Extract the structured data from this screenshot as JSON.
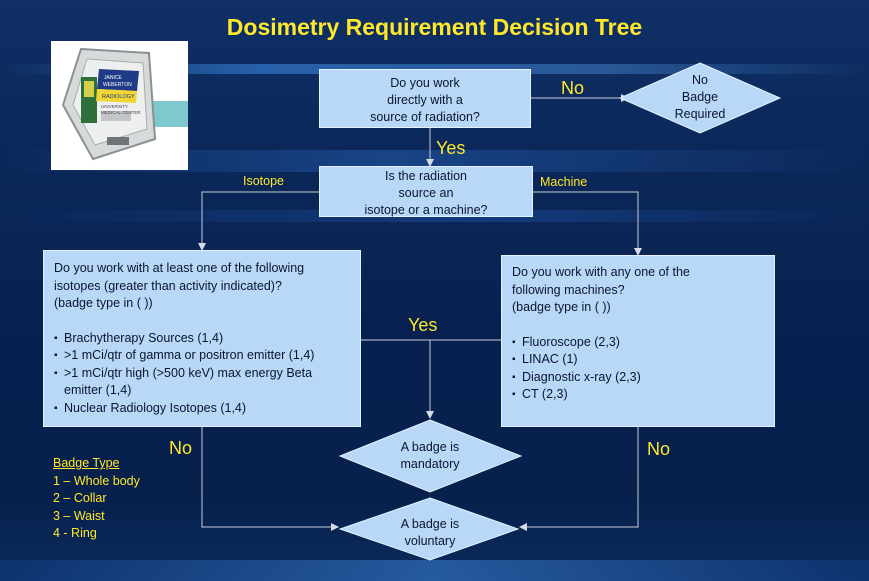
{
  "title": "Dosimetry Requirement Decision Tree",
  "badge_photo": {
    "text_lines": [
      "JANICE",
      "WEBERTON",
      "RADIOLOGY",
      "UNIVERSITY",
      "MEDICAL CENTER"
    ]
  },
  "nodes": {
    "q_work_directly": [
      "Do you work",
      "directly with a",
      "source of radiation?"
    ],
    "no_badge_required": [
      "No",
      "Badge",
      "Required"
    ],
    "q_isotope_or_machine": [
      "Is the radiation",
      "source an",
      "isotope or a machine?"
    ],
    "isotope_question": {
      "intro": [
        "Do you work with at least one of the following",
        "isotopes (greater than activity indicated)?",
        "(badge type in ( ))"
      ],
      "items": [
        "Brachytherapy Sources (1,4)",
        ">1 mCi/qtr of gamma or positron emitter (1,4)",
        ">1 mCi/qtr high (>500 keV) max energy Beta emitter (1,4)",
        "Nuclear Radiology Isotopes (1,4)"
      ]
    },
    "machine_question": {
      "intro": [
        "Do you work with any one of the",
        "following machines?",
        "(badge type in ( ))"
      ],
      "items": [
        "Fluoroscope (2,3)",
        "LINAC (1)",
        "Diagnostic x-ray (2,3)",
        "CT (2,3)"
      ]
    },
    "badge_mandatory": [
      "A badge is",
      "mandatory"
    ],
    "badge_voluntary": [
      "A badge is",
      "voluntary"
    ]
  },
  "edge_labels": {
    "no_top": "No",
    "yes_top": "Yes",
    "isotope": "Isotope",
    "machine": "Machine",
    "yes_middle": "Yes",
    "no_left": "No",
    "no_right": "No"
  },
  "legend": {
    "title": "Badge Type",
    "items": [
      "1 – Whole body",
      "2 – Collar",
      "3 – Waist",
      "4 - Ring"
    ]
  },
  "colors": {
    "box_fill": "#b9d7f6",
    "label_yellow": "#ffe82a",
    "background": "#0b2758"
  }
}
